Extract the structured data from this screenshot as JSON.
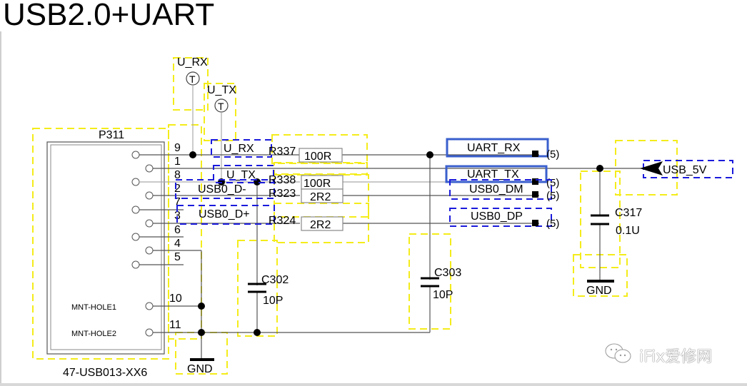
{
  "title": "USB2.0+UART",
  "connector": {
    "ref": "P311",
    "part": "47-USB013-XX6",
    "pins": [
      "9",
      "1",
      "8",
      "2",
      "7",
      "3",
      "6",
      "4",
      "5",
      "10",
      "11"
    ],
    "mount_holes": [
      "MNT-HOLE1",
      "MNT-HOLE2"
    ]
  },
  "testpoints": [
    {
      "name": "U_RX",
      "glyph": "T"
    },
    {
      "name": "U_TX",
      "glyph": "T"
    }
  ],
  "net_labels": {
    "u_rx": "U_RX",
    "u_tx": "U_TX",
    "usb0_dm_local": "USB0_D-",
    "usb0_dp_local": "USB0_D+"
  },
  "resistors": [
    {
      "ref": "R337",
      "value": "100R"
    },
    {
      "ref": "R338",
      "value": "100R"
    },
    {
      "ref": "R323",
      "value": "2R2"
    },
    {
      "ref": "R324",
      "value": "2R2"
    }
  ],
  "capacitors": [
    {
      "ref": "C302",
      "value": "10P"
    },
    {
      "ref": "C303",
      "value": "10P"
    },
    {
      "ref": "C317",
      "value": "0.1U"
    }
  ],
  "ports": [
    {
      "name": "UART_RX",
      "sheet": "(5)"
    },
    {
      "name": "UART_TX",
      "sheet": "(5)"
    },
    {
      "name": "USB0_DM",
      "sheet": "(5)"
    },
    {
      "name": "USB0_DP",
      "sheet": "(5)"
    }
  ],
  "power": {
    "name": "USB_5V"
  },
  "ground": [
    "GND",
    "GND"
  ],
  "watermark": "iFix爱修网",
  "colors": {
    "yellow_box": "#f4ec1a",
    "blue_box": "#1a1adb",
    "blue_highlight": "#3a5fcd",
    "wire": "#555555"
  }
}
